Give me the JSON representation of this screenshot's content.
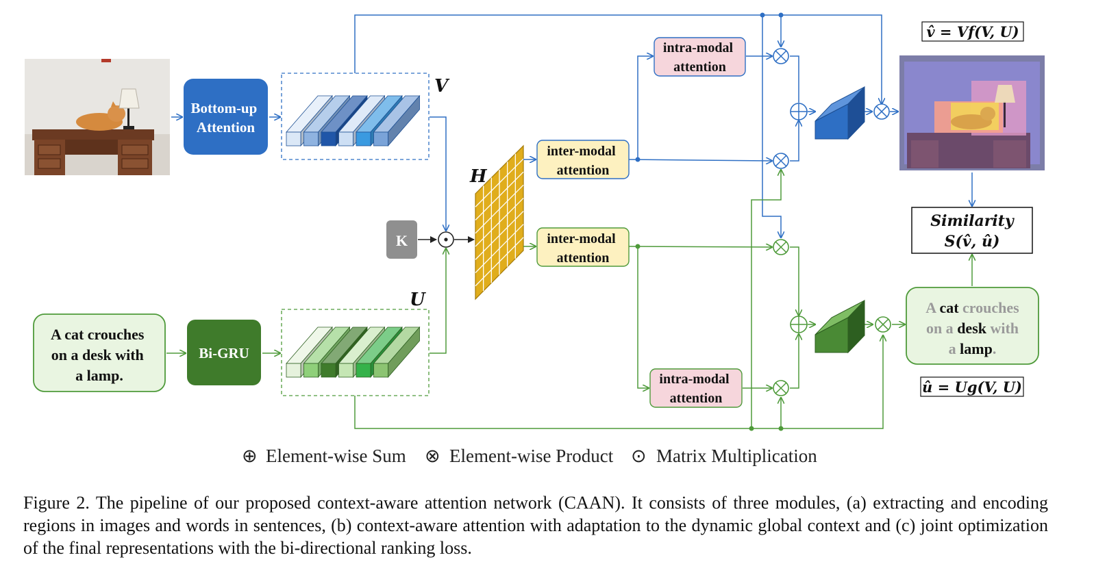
{
  "colors": {
    "blue": "#2e6fc4",
    "green": "#4e9a3a",
    "grid_gold": "#e0ad1c",
    "pink": "#f6d6dc",
    "yellow": "#fdf1c0"
  },
  "boxes": {
    "bottom_up": [
      "Bottom-up",
      "Attention"
    ],
    "bigru": "Bi-GRU",
    "k": "K",
    "inter_top": [
      "inter-modal",
      "attention"
    ],
    "inter_bottom": [
      "inter-modal",
      "attention"
    ],
    "intra_top": [
      "intra-modal",
      "attention"
    ],
    "intra_bottom": [
      "intra-modal",
      "attention"
    ],
    "sentence_input": [
      "A cat crouches",
      "on a desk with",
      "a lamp."
    ],
    "sentence_output": [
      [
        {
          "t": "A ",
          "s": "light"
        },
        {
          "t": "cat",
          "s": "bold"
        },
        {
          "t": " crouches",
          "s": "light"
        }
      ],
      [
        {
          "t": "on a ",
          "s": "light"
        },
        {
          "t": "desk",
          "s": "bold"
        },
        {
          "t": " with",
          "s": "light"
        }
      ],
      [
        {
          "t": "a ",
          "s": "light"
        },
        {
          "t": "lamp",
          "s": "bold"
        },
        {
          "t": ".",
          "s": "light"
        }
      ]
    ],
    "similarity": [
      "Similarity",
      "S(v̂, û)"
    ]
  },
  "labels": {
    "V": "V",
    "U": "U",
    "H": "H"
  },
  "formulas": {
    "v_hat": "v̂ = Vf(V, U)",
    "u_hat": "û = Ug(V, U)"
  },
  "legend": {
    "sum_symbol": "⊕",
    "sum_label": "Element-wise Sum",
    "product_symbol": "⊗",
    "product_label": "Element-wise Product",
    "matmul_symbol": "⊙",
    "matmul_label": "Matrix Multiplication"
  },
  "caption": "Figure 2. The pipeline of our proposed context-aware attention network (CAAN). It consists of three modules, (a) extracting and encoding regions in images and words in sentences, (b) context-aware attention with adaptation to the dynamic global context and (c) joint optimization of the final representations with the bi-directional ranking loss."
}
